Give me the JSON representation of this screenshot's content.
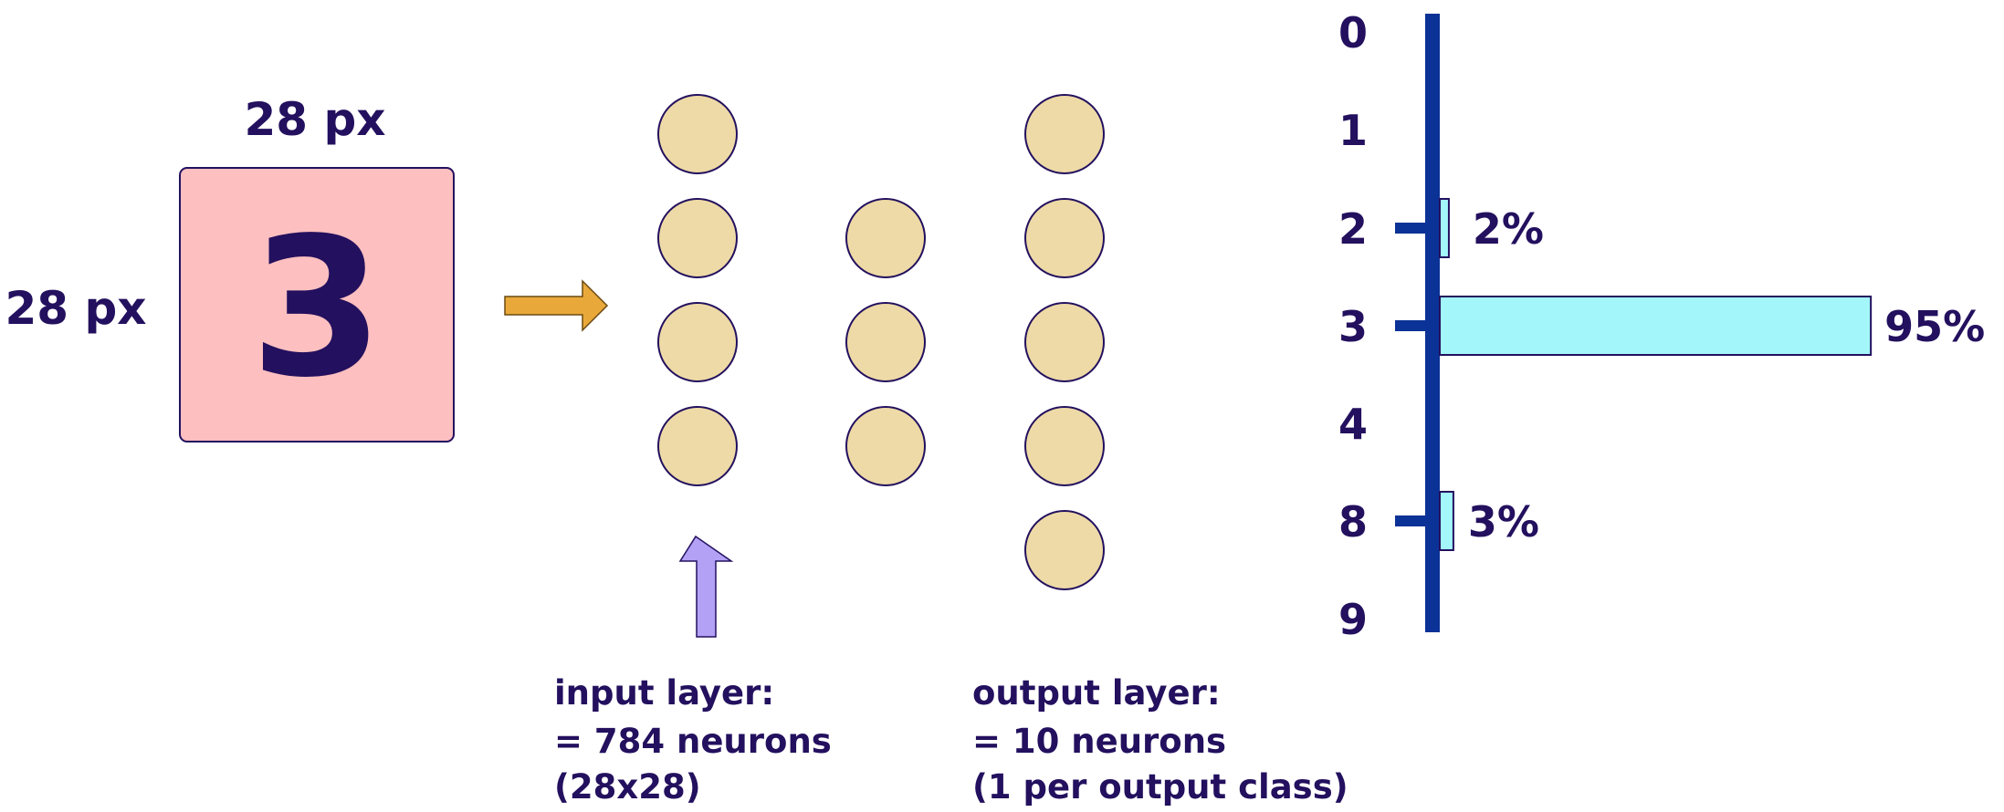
{
  "image": {
    "width_label": "28 px",
    "height_label": "28 px",
    "digit": "3"
  },
  "network": {
    "input_caption": [
      "input  layer:",
      "= 784 neurons",
      "(28x28)"
    ],
    "output_caption": [
      "output  layer:",
      "= 10 neurons",
      "(1 per output class)"
    ]
  },
  "output_chart": {
    "classes": [
      {
        "label": "0",
        "pct": null
      },
      {
        "label": "1",
        "pct": null
      },
      {
        "label": "2",
        "pct": 2,
        "text": "2%"
      },
      {
        "label": "3",
        "pct": 95,
        "text": "95%"
      },
      {
        "label": "4",
        "pct": null
      },
      {
        "label": "8",
        "pct": 3,
        "text": "3%"
      },
      {
        "label": "9",
        "pct": null
      }
    ]
  },
  "colors": {
    "text": "#23105e",
    "image_fill": "#fdbfc0",
    "neuron_fill": "#eddaa6",
    "neuron_stroke": "#23105e",
    "orange_arrow": "#e9a93a",
    "purple_arrow": "#b3a1f6",
    "axis": "#0b3296",
    "bar_fill": "#a3f7fb"
  }
}
